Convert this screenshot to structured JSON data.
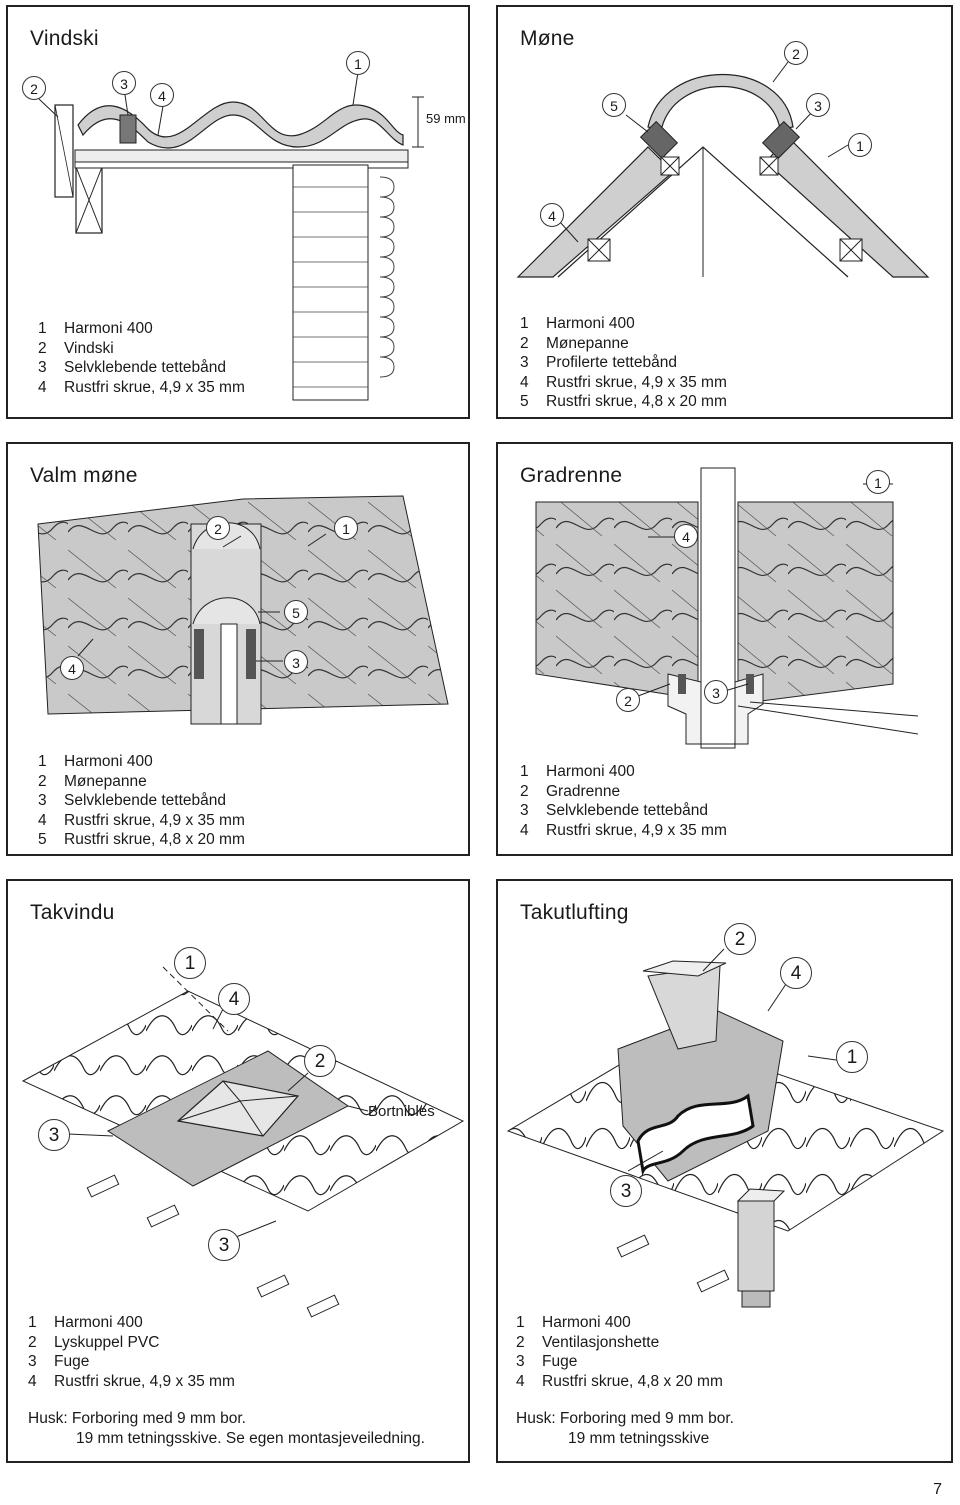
{
  "panels": {
    "vindski": {
      "title": "Vindski",
      "dimension": "59 mm",
      "callouts": [
        "2",
        "3",
        "4",
        "1"
      ],
      "legend": [
        {
          "n": "1",
          "t": "Harmoni 400"
        },
        {
          "n": "2",
          "t": "Vindski"
        },
        {
          "n": "3",
          "t": "Selvklebende tettebånd"
        },
        {
          "n": "4",
          "t": "Rustfri skrue, 4,9 x 35 mm"
        }
      ]
    },
    "mone": {
      "title": "Møne",
      "callouts": [
        "2",
        "5",
        "3",
        "1",
        "4"
      ],
      "legend": [
        {
          "n": "1",
          "t": "Harmoni 400"
        },
        {
          "n": "2",
          "t": "Mønepanne"
        },
        {
          "n": "3",
          "t": "Profilerte tettebånd"
        },
        {
          "n": "4",
          "t": "Rustfri skrue, 4,9 x 35 mm"
        },
        {
          "n": "5",
          "t": "Rustfri skrue, 4,8 x 20 mm"
        }
      ]
    },
    "valm": {
      "title": "Valm møne",
      "callouts": [
        "2",
        "1",
        "5",
        "4",
        "3"
      ],
      "legend": [
        {
          "n": "1",
          "t": "Harmoni 400"
        },
        {
          "n": "2",
          "t": "Mønepanne"
        },
        {
          "n": "3",
          "t": "Selvklebende tettebånd"
        },
        {
          "n": "4",
          "t": "Rustfri skrue, 4,9 x 35 mm"
        },
        {
          "n": "5",
          "t": "Rustfri skrue, 4,8 x 20 mm"
        }
      ]
    },
    "gradrenne": {
      "title": "Gradrenne",
      "callouts": [
        "1",
        "4",
        "2",
        "3"
      ],
      "legend": [
        {
          "n": "1",
          "t": "Harmoni 400"
        },
        {
          "n": "2",
          "t": "Gradrenne"
        },
        {
          "n": "3",
          "t": "Selvklebende tettebånd"
        },
        {
          "n": "4",
          "t": "Rustfri skrue, 4,9 x 35 mm"
        }
      ]
    },
    "takvindu": {
      "title": "Takvindu",
      "callouts": [
        "1",
        "4",
        "2",
        "3",
        "3"
      ],
      "label_bortnibles": "Bortnibles",
      "legend": [
        {
          "n": "1",
          "t": "Harmoni 400"
        },
        {
          "n": "2",
          "t": "Lyskuppel PVC"
        },
        {
          "n": "3",
          "t": "Fuge"
        },
        {
          "n": "4",
          "t": "Rustfri skrue, 4,9 x 35 mm"
        }
      ],
      "note_line1": "Husk: Forboring med 9 mm bor.",
      "note_line2": "19 mm tetningsskive. Se egen montasjeveiledning."
    },
    "takutlufting": {
      "title": "Takutlufting",
      "callouts": [
        "2",
        "4",
        "1",
        "3"
      ],
      "legend": [
        {
          "n": "1",
          "t": "Harmoni 400"
        },
        {
          "n": "2",
          "t": "Ventilasjonshette"
        },
        {
          "n": "3",
          "t": "Fuge"
        },
        {
          "n": "4",
          "t": "Rustfri skrue, 4,8 x 20 mm"
        }
      ],
      "note_line1": "Husk:  Forboring med 9 mm bor.",
      "note_line2": "19 mm tetningsskive"
    }
  },
  "page_number": "7"
}
